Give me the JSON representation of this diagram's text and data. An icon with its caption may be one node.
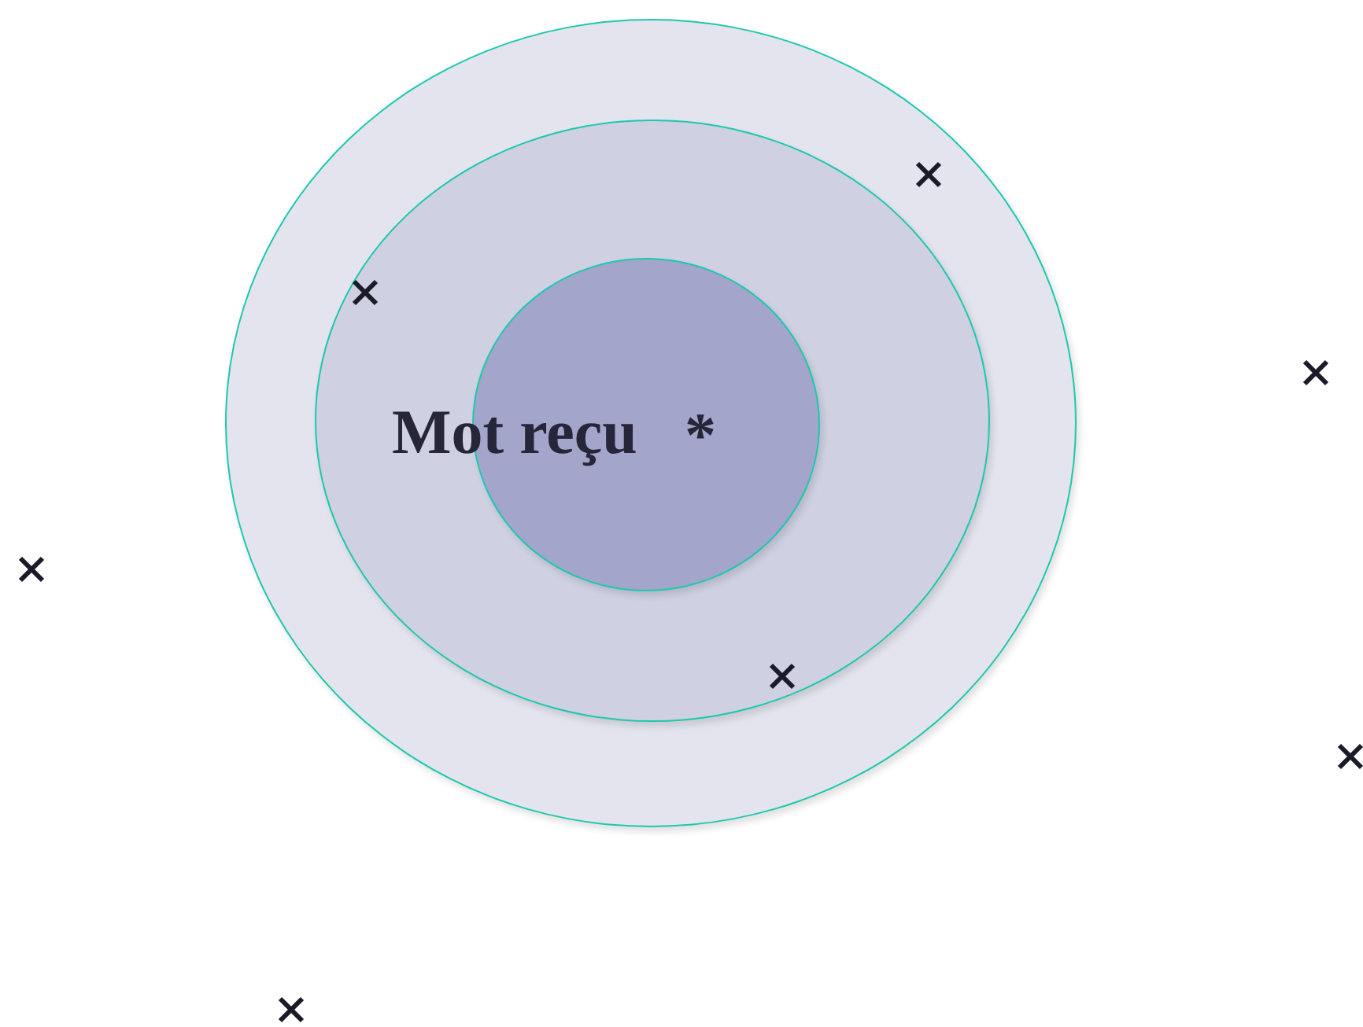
{
  "diagram": {
    "nodes": [
      {
        "text": [],
        "shape": "circle"
      },
      {
        "text": [],
        "shape": "circle",
        "in": 0
      },
      {
        "text": [],
        "shape": "circle",
        "in": 1
      }
    ],
    "edges": [],
    "labels": [
      "Mot reçu",
      "*"
    ]
  }
}
